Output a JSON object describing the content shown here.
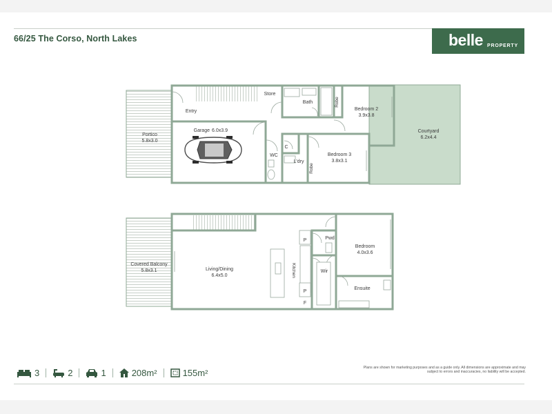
{
  "header": {
    "address": "66/25 The Corso, North Lakes",
    "logo_brand": "belle",
    "logo_sub": "PROPERTY"
  },
  "colors": {
    "brand_green": "#3d6b4c",
    "courtyard_fill": "#c9dccb",
    "wall": "#8fa896"
  },
  "ground_floor": {
    "portico": {
      "name": "Portico",
      "dims": "5.8x3.0"
    },
    "store": "Store",
    "entry": "Entry",
    "bath": "Bath",
    "robe_1": "Robe",
    "bedroom2": {
      "name": "Bedroom 2",
      "dims": "3.9x3.8"
    },
    "courtyard": {
      "name": "Courtyard",
      "dims": "6.2x4.4"
    },
    "garage": {
      "name": "Garage",
      "dims": "6.0x3.9"
    },
    "wc": "WC",
    "c": "C",
    "laundry": "L'dry",
    "robe_2": "Robe",
    "bedroom3": {
      "name": "Bedroom 3",
      "dims": "3.8x3.1"
    }
  },
  "upper_floor": {
    "balcony": {
      "name": "Covered Balcony",
      "dims": "5.8x3.1"
    },
    "living": {
      "name": "Living/Dining",
      "dims": "6.4x5.0"
    },
    "kitchen": "Kitchen",
    "p1": "P",
    "p2": "P",
    "f": "F",
    "pwd": "Pwd",
    "wir": "Wir",
    "bedroom": {
      "name": "Bedroom",
      "dims": "4.0x3.6"
    },
    "ensuite": "Ensuite"
  },
  "stats": {
    "beds": "3",
    "baths": "2",
    "cars": "1",
    "land_area": "208m²",
    "floor_area": "155m²"
  },
  "disclaimer": "Plans are shown for marketing purposes and as a guide only. All dimensions are approximate and may subject to errors and inaccuracies, no liability will be accepted."
}
